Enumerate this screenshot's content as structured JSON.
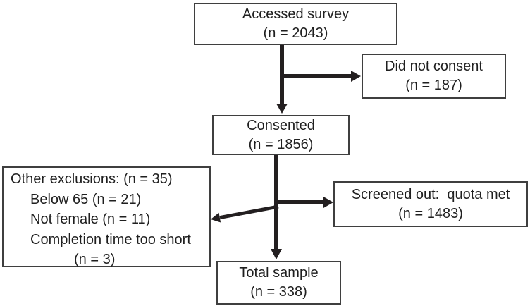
{
  "diagram": {
    "title_hint": "Participant flow diagram",
    "colors": {
      "background": "#ffffff",
      "box_border": "#3f3f3f",
      "arrow": "#231f20",
      "text": "#1f1f1f"
    },
    "boxes": {
      "accessed": {
        "line1": "Accessed survey",
        "line2": "(n = 2043)"
      },
      "did_not_consent": {
        "line1": "Did not consent",
        "line2": "(n = 187)"
      },
      "consented": {
        "line1": "Consented",
        "line2": "(n = 1856)"
      },
      "other_exclusions": {
        "line1": "Other exclusions: (n = 35)",
        "line2": "Below 65 (n = 21)",
        "line3": "Not female (n = 11)",
        "line4": "Completion time too short",
        "line5": "(n = 3)"
      },
      "screened_out": {
        "line1": "Screened out:  quota met",
        "line2": "(n = 1483)"
      },
      "total_sample": {
        "line1": "Total sample",
        "line2": "(n = 338)"
      }
    }
  }
}
